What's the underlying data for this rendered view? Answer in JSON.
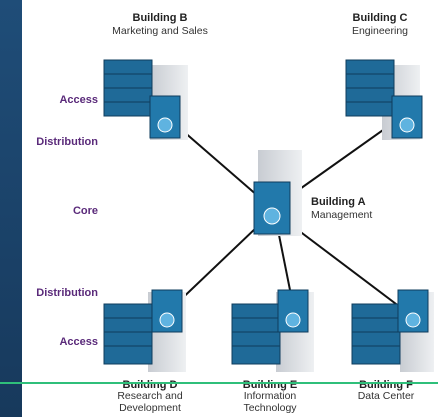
{
  "layers": {
    "access_top": "Access",
    "distribution_top": "Distribution",
    "core": "Core",
    "distribution_bottom": "Distribution",
    "access_bottom": "Access"
  },
  "buildings": {
    "b": {
      "name": "Building B",
      "desc": "Marketing and Sales"
    },
    "c": {
      "name": "Building C",
      "desc": "Engineering"
    },
    "a": {
      "name": "Building A",
      "desc": "Management"
    },
    "d": {
      "name": "Building D",
      "desc": "Research and Development"
    },
    "e": {
      "name": "Building E",
      "desc": "Information Technology"
    },
    "f": {
      "name": "Building F",
      "desc": "Data Center"
    }
  },
  "colors": {
    "background": "#1a3f63",
    "layer_label": "#5a2a7a",
    "divider": "#2fbf7a",
    "device": "#1d6b9a"
  }
}
